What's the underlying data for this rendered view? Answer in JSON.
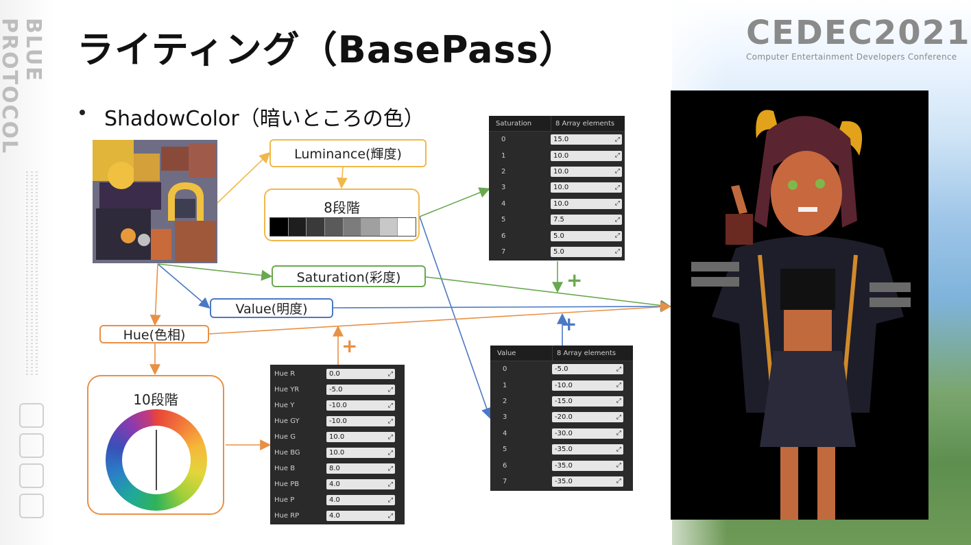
{
  "slide": {
    "title": "ライティング（BasePass）",
    "bullet": "ShadowColor（暗いところの色）",
    "logo_main": "CEDEC2021",
    "logo_sub": "Computer Entertainment Developers Conference",
    "brand_vertical": "BLUE PROTOCOL"
  },
  "flow": {
    "luminance_label": "Luminance(輝度)",
    "steps8_label": "8段階",
    "saturation_label": "Saturation(彩度)",
    "value_label": "Value(明度)",
    "hue_label": "Hue(色相)",
    "steps10_label": "10段階",
    "plus_green": "+",
    "plus_blue": "+",
    "plus_orange": "+",
    "colors": {
      "orange": "#f0b84a",
      "green": "#6aa84f",
      "blue": "#4a78c4",
      "orange2": "#e89045"
    }
  },
  "saturation_panel": {
    "header_label": "Saturation",
    "header_count": "8 Array elements",
    "rows": [
      {
        "index": "0",
        "value": "15.0"
      },
      {
        "index": "1",
        "value": "10.0"
      },
      {
        "index": "2",
        "value": "10.0"
      },
      {
        "index": "3",
        "value": "10.0"
      },
      {
        "index": "4",
        "value": "10.0"
      },
      {
        "index": "5",
        "value": "7.5"
      },
      {
        "index": "6",
        "value": "5.0"
      },
      {
        "index": "7",
        "value": "5.0"
      }
    ]
  },
  "value_panel": {
    "header_label": "Value",
    "header_count": "8 Array elements",
    "rows": [
      {
        "index": "0",
        "value": "-5.0"
      },
      {
        "index": "1",
        "value": "-10.0"
      },
      {
        "index": "2",
        "value": "-15.0"
      },
      {
        "index": "3",
        "value": "-20.0"
      },
      {
        "index": "4",
        "value": "-30.0"
      },
      {
        "index": "5",
        "value": "-35.0"
      },
      {
        "index": "6",
        "value": "-35.0"
      },
      {
        "index": "7",
        "value": "-35.0"
      }
    ]
  },
  "hue_panel": {
    "rows": [
      {
        "index": "Hue R",
        "value": "0.0"
      },
      {
        "index": "Hue YR",
        "value": "-5.0"
      },
      {
        "index": "Hue Y",
        "value": "-10.0"
      },
      {
        "index": "Hue GY",
        "value": "-10.0"
      },
      {
        "index": "Hue G",
        "value": "10.0"
      },
      {
        "index": "Hue BG",
        "value": "10.0"
      },
      {
        "index": "Hue B",
        "value": "8.0"
      },
      {
        "index": "Hue PB",
        "value": "4.0"
      },
      {
        "index": "Hue P",
        "value": "4.0"
      },
      {
        "index": "Hue RP",
        "value": "4.0"
      }
    ]
  },
  "icons": {
    "field_reset": "expand-icon"
  }
}
